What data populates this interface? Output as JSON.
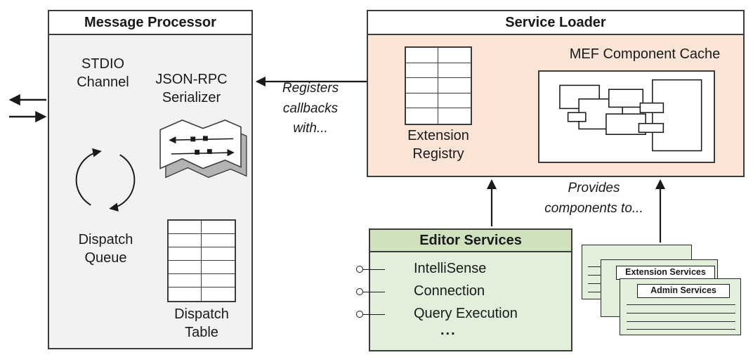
{
  "colors": {
    "box_border": "#3c3c3c",
    "message_processor_fill": "#f2f2f2",
    "service_loader_fill": "#fbe5d6",
    "editor_services_fill": "#e2efda",
    "editor_services_header_fill": "#cfe2bd"
  },
  "message_processor": {
    "title": "Message Processor",
    "stdio_channel_label": "STDIO\nChannel",
    "serializer_label": "JSON-RPC\nSerializer",
    "dispatch_queue_label": "Dispatch\nQueue",
    "dispatch_table_label": "Dispatch\nTable"
  },
  "service_loader": {
    "title": "Service Loader",
    "extension_registry_label": "Extension\nRegistry",
    "mef_cache_label": "MEF Component Cache"
  },
  "editor_services": {
    "title": "Editor Services",
    "items": [
      "IntelliSense",
      "Connection",
      "Query Execution"
    ],
    "ellipsis": "..."
  },
  "service_cards": {
    "extension_label": "Extension Services",
    "admin_label": "Admin Services"
  },
  "arrow_labels": {
    "registers": "Registers\ncallbacks\nwith...",
    "provides": "Provides\ncomponents to..."
  }
}
